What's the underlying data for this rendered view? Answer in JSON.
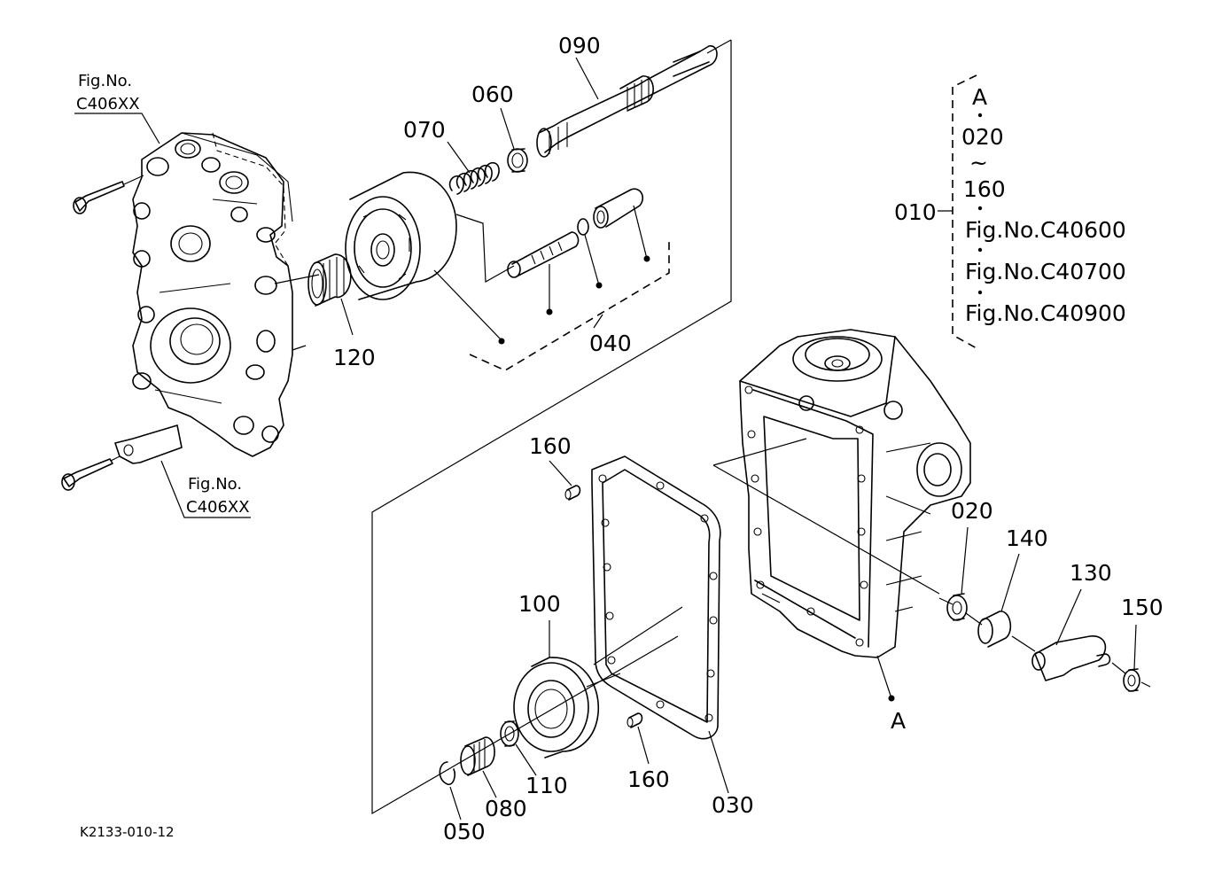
{
  "diagram_code": "K2133-010-12",
  "fig_ref_label": "Fig.No.",
  "fig_ref_number": "C406XX",
  "part_labels": {
    "p010": "010",
    "p020": "020",
    "p030": "030",
    "p040": "040",
    "p050": "050",
    "p060": "060",
    "p070": "070",
    "p080": "080",
    "p090": "090",
    "p100": "100",
    "p110": "110",
    "p120": "120",
    "p130": "130",
    "p140": "140",
    "p150": "150",
    "p160a": "160",
    "p160b": "160",
    "pointA": "A"
  },
  "assembly_bracket": {
    "items": [
      "A",
      "020",
      "~",
      "160",
      "Fig.No.C40600",
      "Fig.No.C40700",
      "Fig.No.C40900"
    ]
  }
}
